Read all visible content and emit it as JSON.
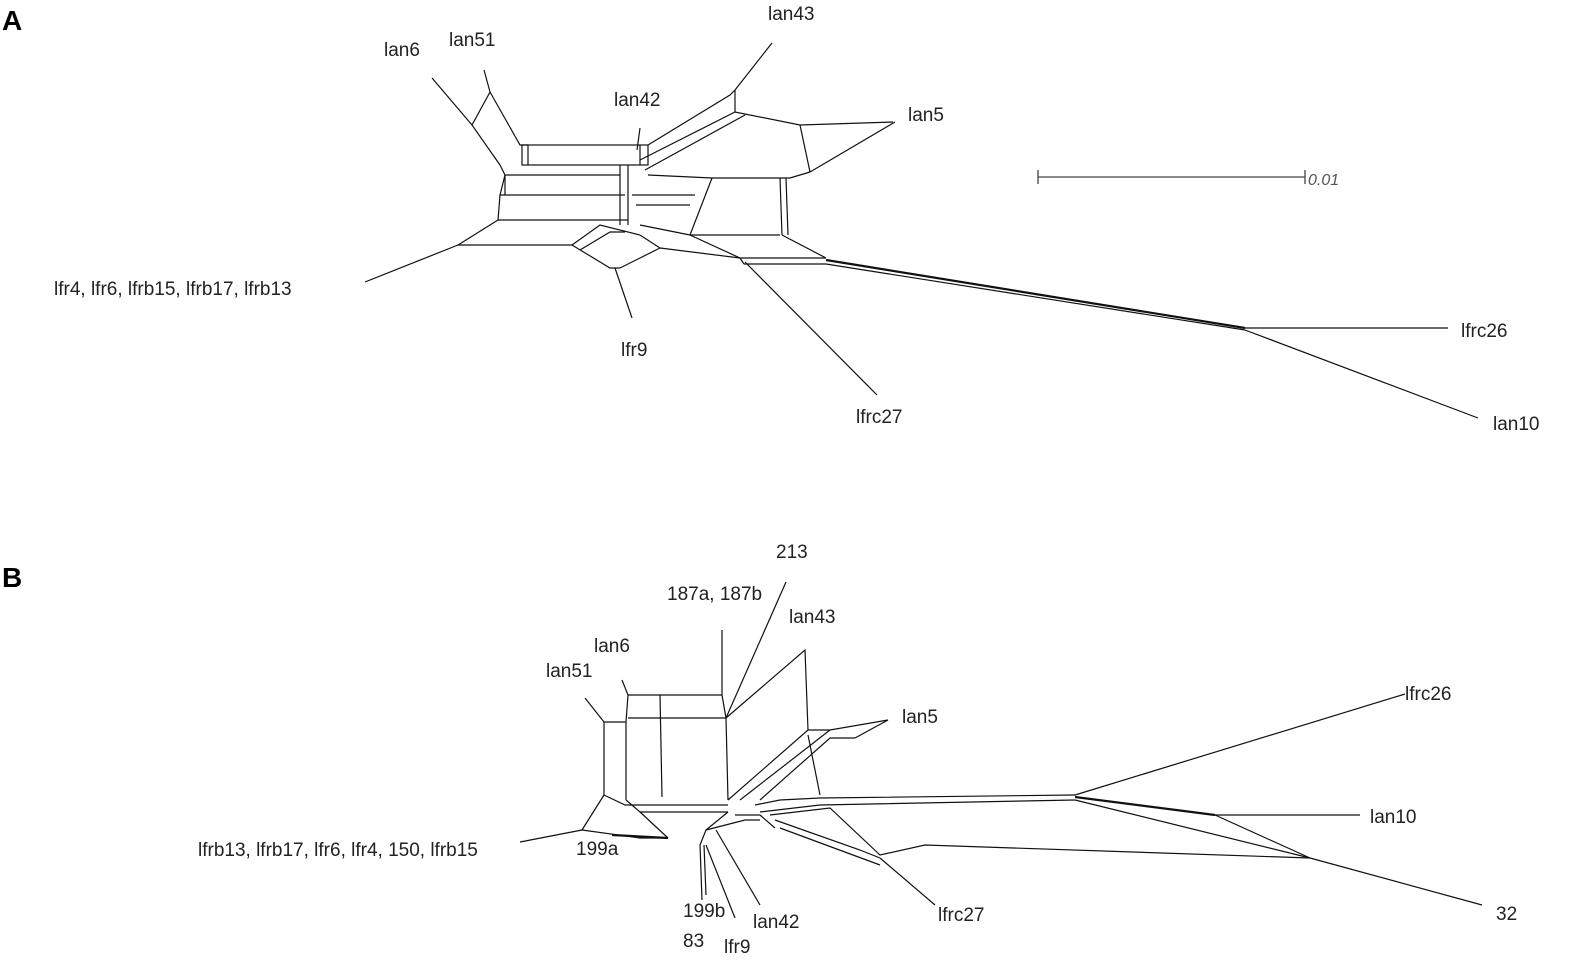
{
  "panels": [
    {
      "letter": "A",
      "labels": [
        "lan43",
        "lan6",
        "lan51",
        "lan42",
        "lan5",
        "lfr4, lfr6, lfrb15, lfrb17, lfrb13",
        "lfr9",
        "lfrc27",
        "lfrc26",
        "lan10"
      ],
      "scale_bar": "0.01"
    },
    {
      "letter": "B",
      "labels": [
        "213",
        "187a, 187b",
        "lan43",
        "lan6",
        "lan51",
        "lan5",
        "lfrc26",
        "lan10",
        "lfrb13, lfrb17, lfr6, lfr4, 150, lfrb15",
        "199a",
        "199b",
        "83",
        "lfr9",
        "lan42",
        "lfrc27",
        "32"
      ]
    }
  ]
}
